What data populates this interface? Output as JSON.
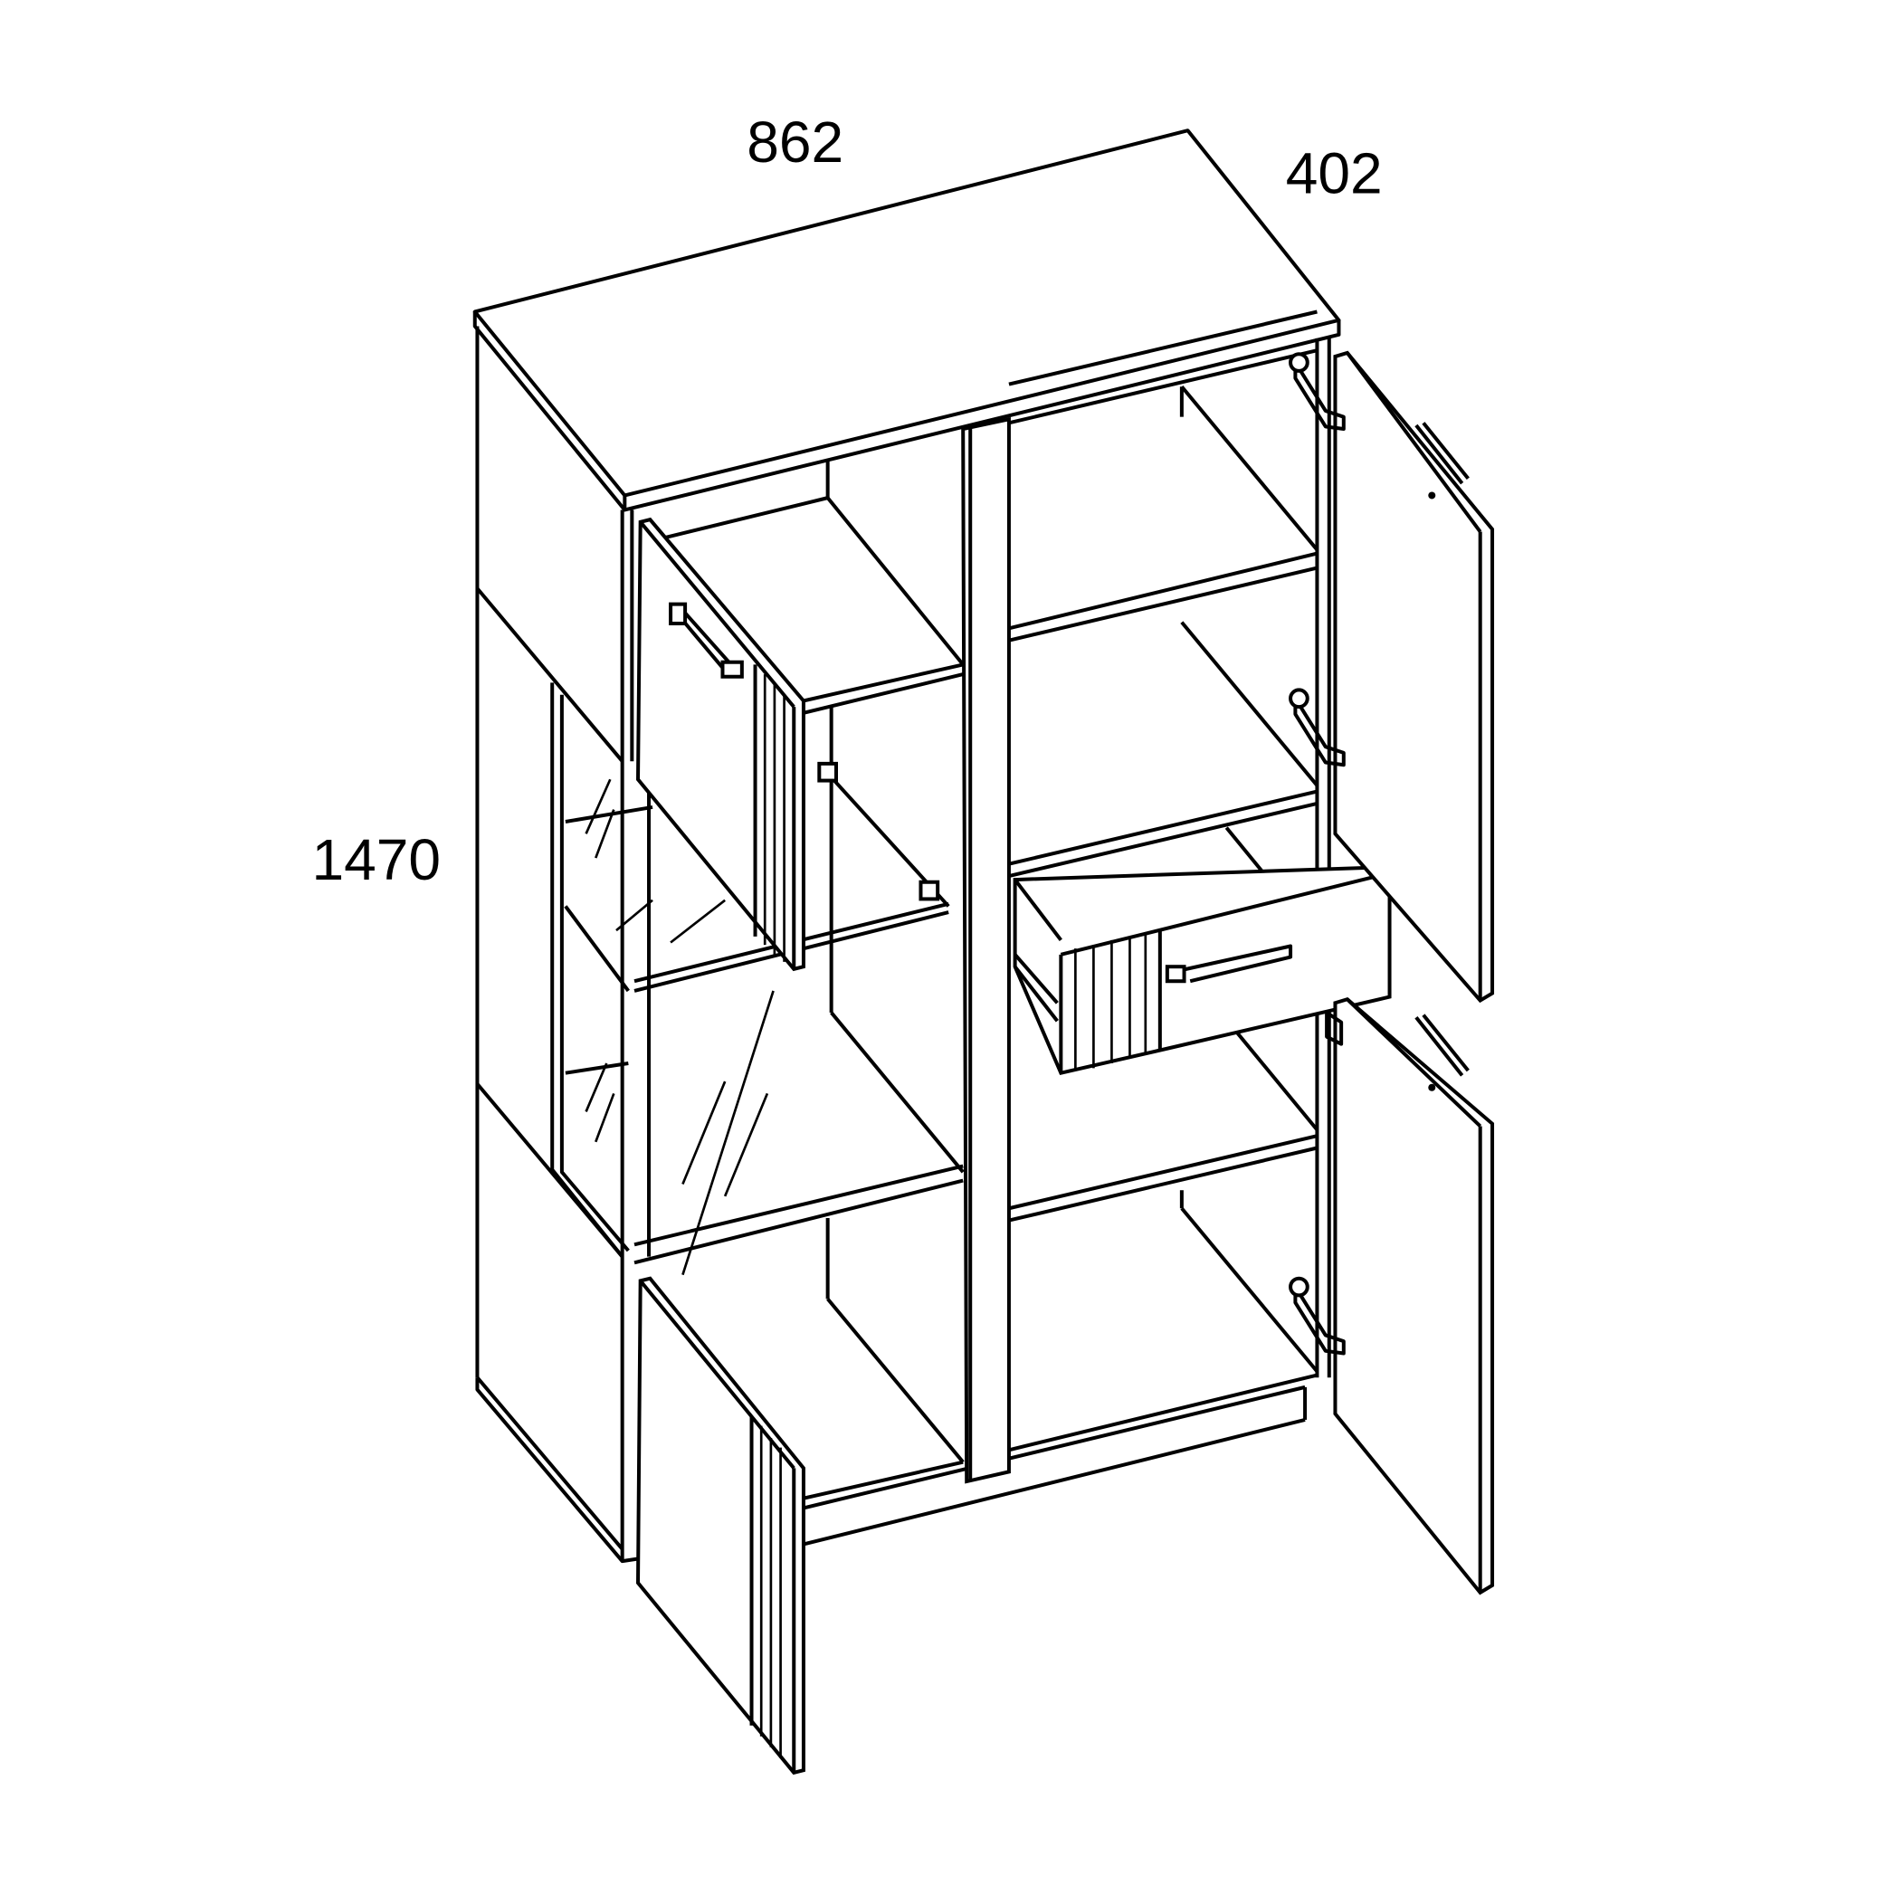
{
  "diagram": {
    "subject": "cabinet",
    "dimensions": {
      "width": "862",
      "depth": "402",
      "height": "1470"
    },
    "line_color": "#000000",
    "background_color": "#ffffff"
  }
}
